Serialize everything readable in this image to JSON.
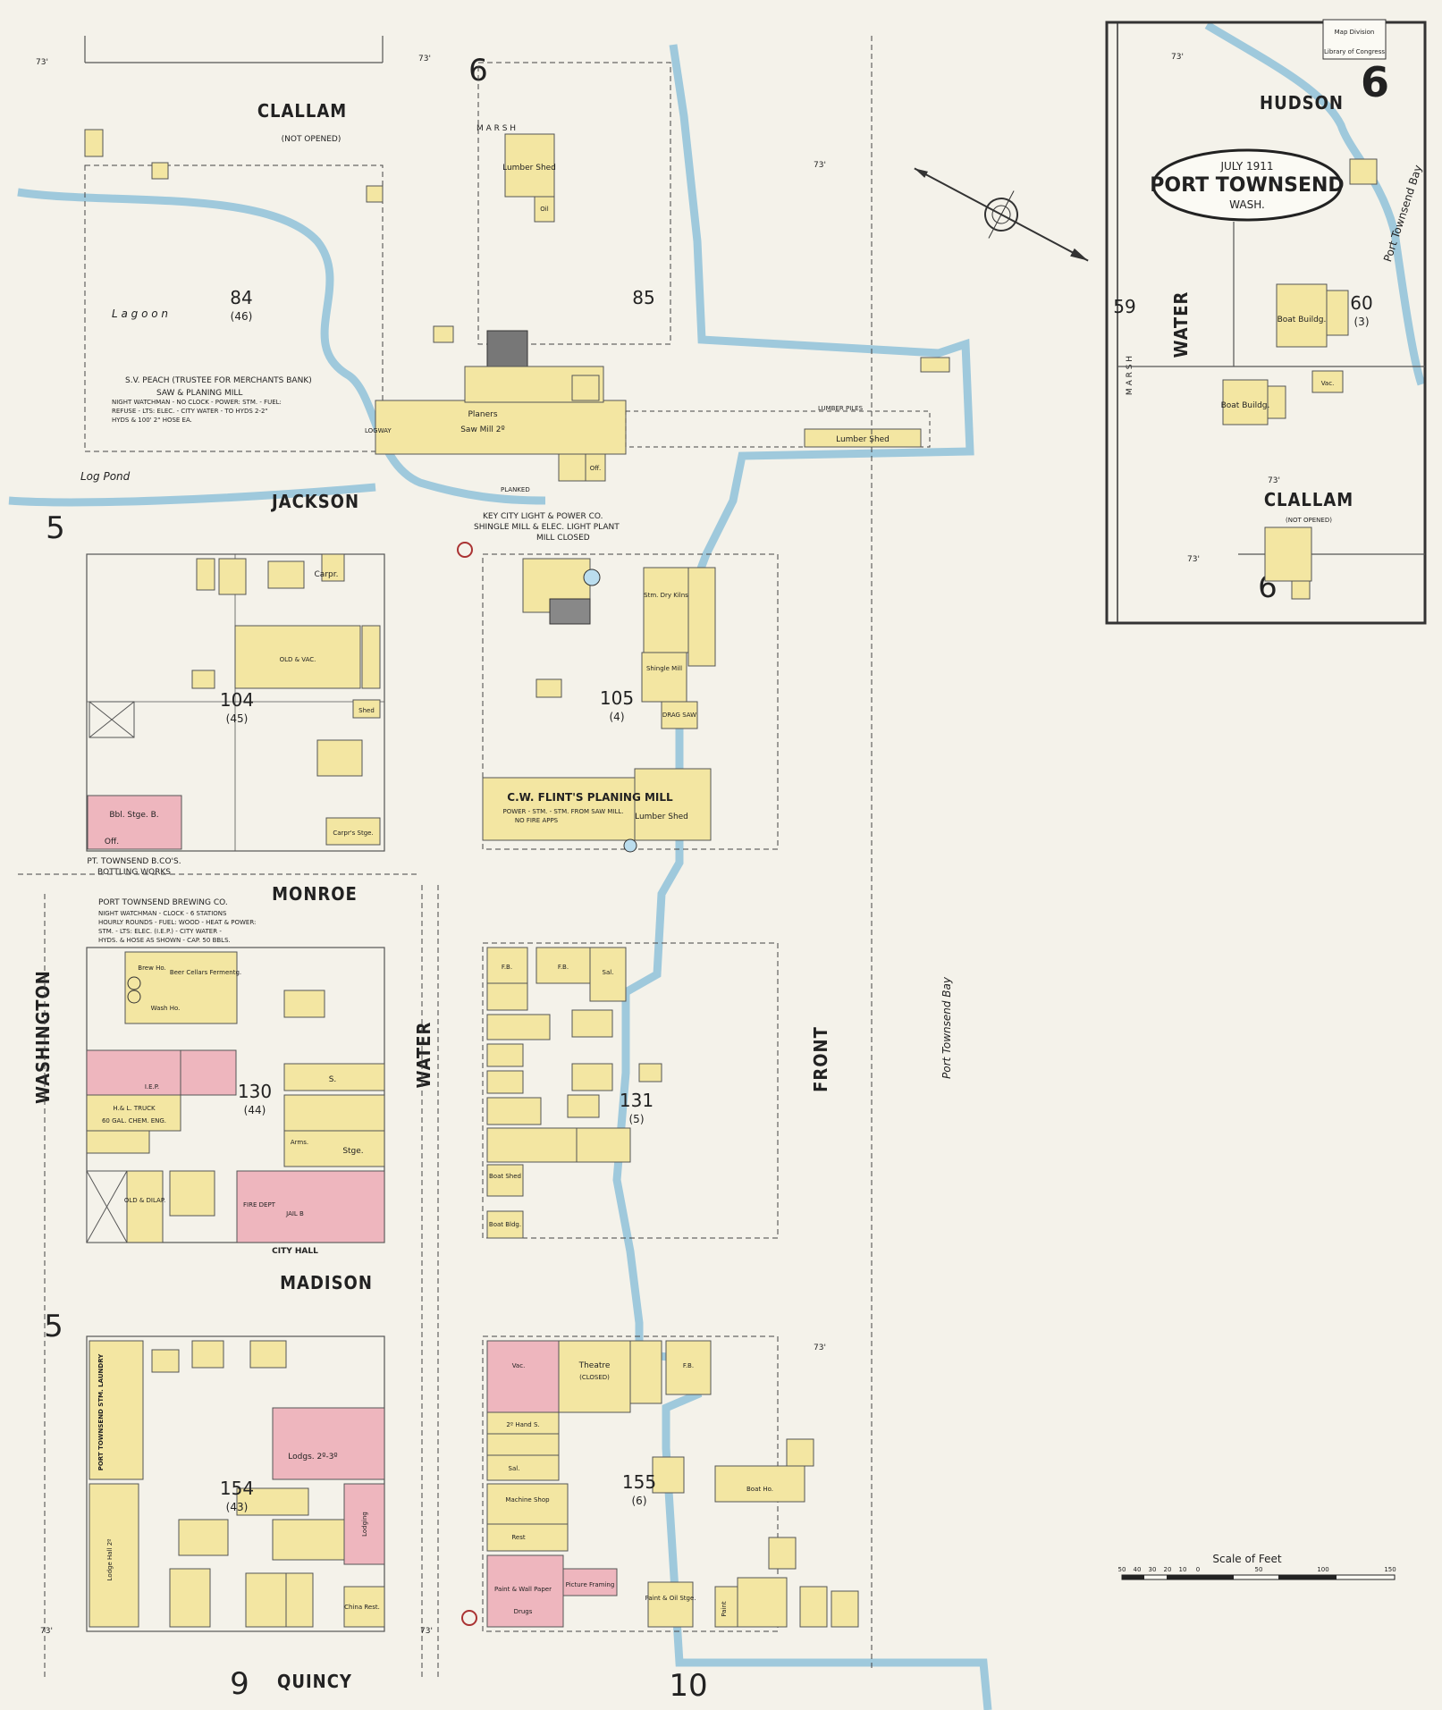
{
  "sheet": {
    "number": "6",
    "date": "JULY 1911",
    "city": "PORT TOWNSEND",
    "state": "WASH.",
    "stamp_line1": "Map Division",
    "stamp_line2": "Library of Congress",
    "scale_label": "Scale of Feet",
    "scale_ticks": [
      "50",
      "40",
      "30",
      "20",
      "10",
      "0",
      "50",
      "100",
      "150"
    ]
  },
  "streets": {
    "clallam_west": "CLALLAM",
    "clallam_west_note": "(NOT OPENED)",
    "jackson": "JACKSON",
    "monroe": "MONROE",
    "madison": "MADISON",
    "quincy": "QUINCY",
    "washington": "WASHINGTON",
    "water_main": "WATER",
    "front": "FRONT",
    "hudson": "HUDSON",
    "water_inset": "WATER",
    "clallam_inset": "CLALLAM",
    "clallam_inset_note": "(NOT OPENED)",
    "marsh_inset": "M A R S H",
    "marsh_top": "M A R S H"
  },
  "water_labels": {
    "lagoon": "L a g o o n",
    "log_pond": "Log   Pond",
    "bay_main": "Port   Townsend   Bay",
    "bay_inset": "Port Townsend Bay"
  },
  "sheet_refs": {
    "top_6": "6",
    "left_5_upper": "5",
    "left_5_lower": "5",
    "bottom_9": "9",
    "bottom_10": "10",
    "inset_59": "59",
    "inset_6": "6"
  },
  "blocks": [
    {
      "id": "84",
      "sub": "(46)"
    },
    {
      "id": "85",
      "sub": ""
    },
    {
      "id": "104",
      "sub": "(45)"
    },
    {
      "id": "105",
      "sub": "(4)"
    },
    {
      "id": "130",
      "sub": "(44)"
    },
    {
      "id": "131",
      "sub": "(5)"
    },
    {
      "id": "154",
      "sub": "(43)"
    },
    {
      "id": "155",
      "sub": "(6)"
    },
    {
      "id": "60",
      "sub": "(3)"
    }
  ],
  "facilities": {
    "sawmill_owner": "S.V. PEACH (TRUSTEE FOR MERCHANTS BANK)",
    "sawmill_name": "SAW & PLANING MILL",
    "sawmill_note1": "NIGHT WATCHMAN - NO CLOCK - POWER: STM. - FUEL:",
    "sawmill_note2": "REFUSE - LTS: ELEC. - CITY WATER - TO HYDS 2-2\"",
    "sawmill_note3": "HYDS & 100' 2\" HOSE EA.",
    "keycity_1": "KEY CITY LIGHT & POWER CO.",
    "keycity_2": "SHINGLE MILL & ELEC. LIGHT PLANT",
    "keycity_3": "MILL CLOSED",
    "flint": "C.W. FLINT'S PLANING MILL",
    "flint_note": "POWER - STM. - STM. FROM SAW MILL.",
    "flint_note2": "NO FIRE APPS",
    "brewing": "PORT TOWNSEND BREWING CO.",
    "brewing_note1": "NIGHT WATCHMAN - CLOCK - 6 STATIONS",
    "brewing_note2": "HOURLY ROUNDS - FUEL: WOOD - HEAT & POWER:",
    "brewing_note3": "STM. - LTS: ELEC. (I.E.P.) - CITY WATER -",
    "brewing_note4": "HYDS. & HOSE AS SHOWN - CAP. 50 BBLS.",
    "bottling1": "PT. TOWNSEND B.CO'S.",
    "bottling2": "BOTTLING WORKS",
    "city_hall": "CITY HALL",
    "laundry": "PORT TOWNSEND STM. LAUNDRY"
  },
  "building_labels": {
    "lumber_shed_top": "Lumber Shed",
    "oil": "Oil",
    "planers": "Planers",
    "saw_mill": "Saw Mill 2º",
    "lumber_shed_wharf": "Lumber  Shed",
    "lumber_piles": "LUMBER   PILES",
    "planked": "PLANKED",
    "logway": "LOGWAY",
    "carpr1": "Carpr.",
    "old_vac": "OLD & VAC.",
    "shed": "Shed",
    "carpr2": "Carpr's Stge.",
    "bbl_stge": "Bbl. Stge. B.",
    "off": "Off.",
    "stm_dry_kilns": "Stm. Dry Kilns",
    "shingle_mill": "Shingle Mill",
    "drag_saw": "DRAG SAW",
    "lumber_shed_flint": "Lumber Shed",
    "brew_ho": "Brew Ho.",
    "beer_cellars": "Beer Cellars Fermentg.",
    "wash_ho": "Wash Ho.",
    "lep": "I.E.P.",
    "hl_truck": "H.& L. TRUCK",
    "chem_eng": "60 GAL. CHEM. ENG.",
    "old_dilap": "OLD & DILAP.",
    "fire_dept": "FIRE DEPT",
    "jail": "JAIL B",
    "arms": "Arms.",
    "stge": "Stge.",
    "s": "S.",
    "fb": "F.B.",
    "sal": "Sal.",
    "boat_shed": "Boat Shed",
    "boat_bldg": "Boat Bldg.",
    "vac": "Vac.",
    "theatre": "Theatre",
    "theatre_note": "(CLOSED)",
    "second_hand": "2º Hand S.",
    "machine_shop": "Machine Shop",
    "rest": "Rest",
    "paint_paper": "Paint & Wall Paper",
    "picture_framing": "Picture Framing",
    "drugs": "Drugs",
    "paint_oil": "Paint & Oil Stge.",
    "paint": "Paint",
    "lodge_hall": "Lodge Hall 2º",
    "lodging": "Lodging",
    "lodgs": "Lodgs. 2º-3º",
    "boat_ho": "Boat Ho.",
    "boat_bldg_inset": "Boat Buildg.",
    "boat_bldg_inset2": "Boat Buildg.",
    "vac_inset": "Vac.",
    "china": "China Rest."
  },
  "elevations": [
    "73'"
  ]
}
